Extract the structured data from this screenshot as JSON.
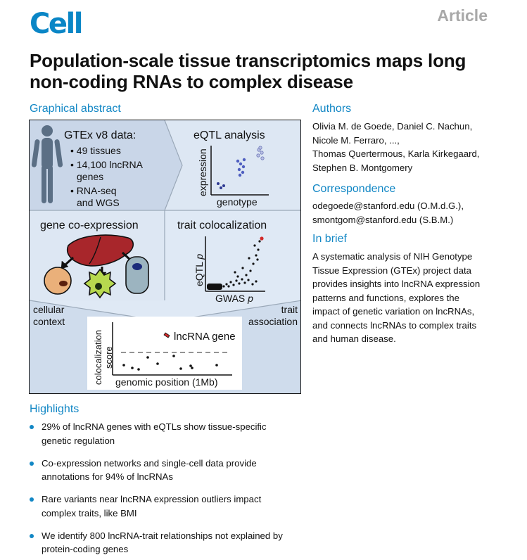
{
  "journal": {
    "name": "Cell",
    "article_type": "Article"
  },
  "title": "Population-scale tissue transcriptomics maps long non-coding RNAs to complex disease",
  "graphical_abstract": {
    "heading": "Graphical abstract",
    "panel_gtex": {
      "title": "GTEx v8 data:",
      "items": [
        "• 49 tissues",
        "• 14,100 lncRNA",
        "genes",
        "• RNA-seq",
        "and WGS"
      ]
    },
    "panel_eqtl": {
      "title": "eQTL analysis",
      "ylabel": "expression",
      "xlabel": "genotype"
    },
    "panel_coexp": {
      "title": "gene co-expression"
    },
    "panel_coloc": {
      "title": "trait colocalization",
      "ylabel_main": "eQTL",
      "ylabel_var": "p",
      "xlabel_main": "GWAS",
      "xlabel_var": "p"
    },
    "bottom": {
      "left_label": [
        "cellular",
        "context"
      ],
      "right_label": [
        "trait",
        "association"
      ],
      "plot_ylabel": [
        "colocalization",
        "score"
      ],
      "plot_xlabel": "genomic position (1Mb)",
      "gene_label": "lncRNA gene"
    },
    "colors": {
      "background": "#dfe9f5",
      "liver": "#a8262b",
      "cell_orange": "#eab07a",
      "cell_green": "#b7d94f",
      "cell_blue": "#9cb4c0",
      "nucleus": "#1b2b7a",
      "eqtl_points": "#4454b8",
      "gene_point": "#d22a2a"
    }
  },
  "authors": {
    "heading": "Authors",
    "lines": [
      "Olivia M. de Goede, Daniel C. Nachun,",
      "Nicole M. Ferraro, ...,",
      "Thomas Quertermous, Karla Kirkegaard,",
      "Stephen B. Montgomery"
    ]
  },
  "correspondence": {
    "heading": "Correspondence",
    "lines": [
      "odegoede@stanford.edu (O.M.d.G.),",
      "smontgom@stanford.edu (S.B.M.)"
    ]
  },
  "in_brief": {
    "heading": "In brief",
    "lines": [
      "A systematic analysis of NIH Genotype",
      "Tissue Expression (GTEx) project data",
      "provides insights into lncRNA expression",
      "patterns and functions, explores the",
      "impact of genetic variation on lncRNAs,",
      "and connects lncRNAs to complex traits",
      "and human disease."
    ]
  },
  "highlights": {
    "heading": "Highlights",
    "items": [
      [
        "29% of lncRNA genes with eQTLs show tissue-specific",
        "genetic regulation"
      ],
      [
        "Co-expression networks and single-cell data provide",
        "annotations for 94% of lncRNAs"
      ],
      [
        "Rare variants near lncRNA expression outliers impact",
        "complex traits, like BMI"
      ],
      [
        "We identify 800 lncRNA-trait relationships not explained by",
        "protein-coding genes"
      ]
    ]
  }
}
